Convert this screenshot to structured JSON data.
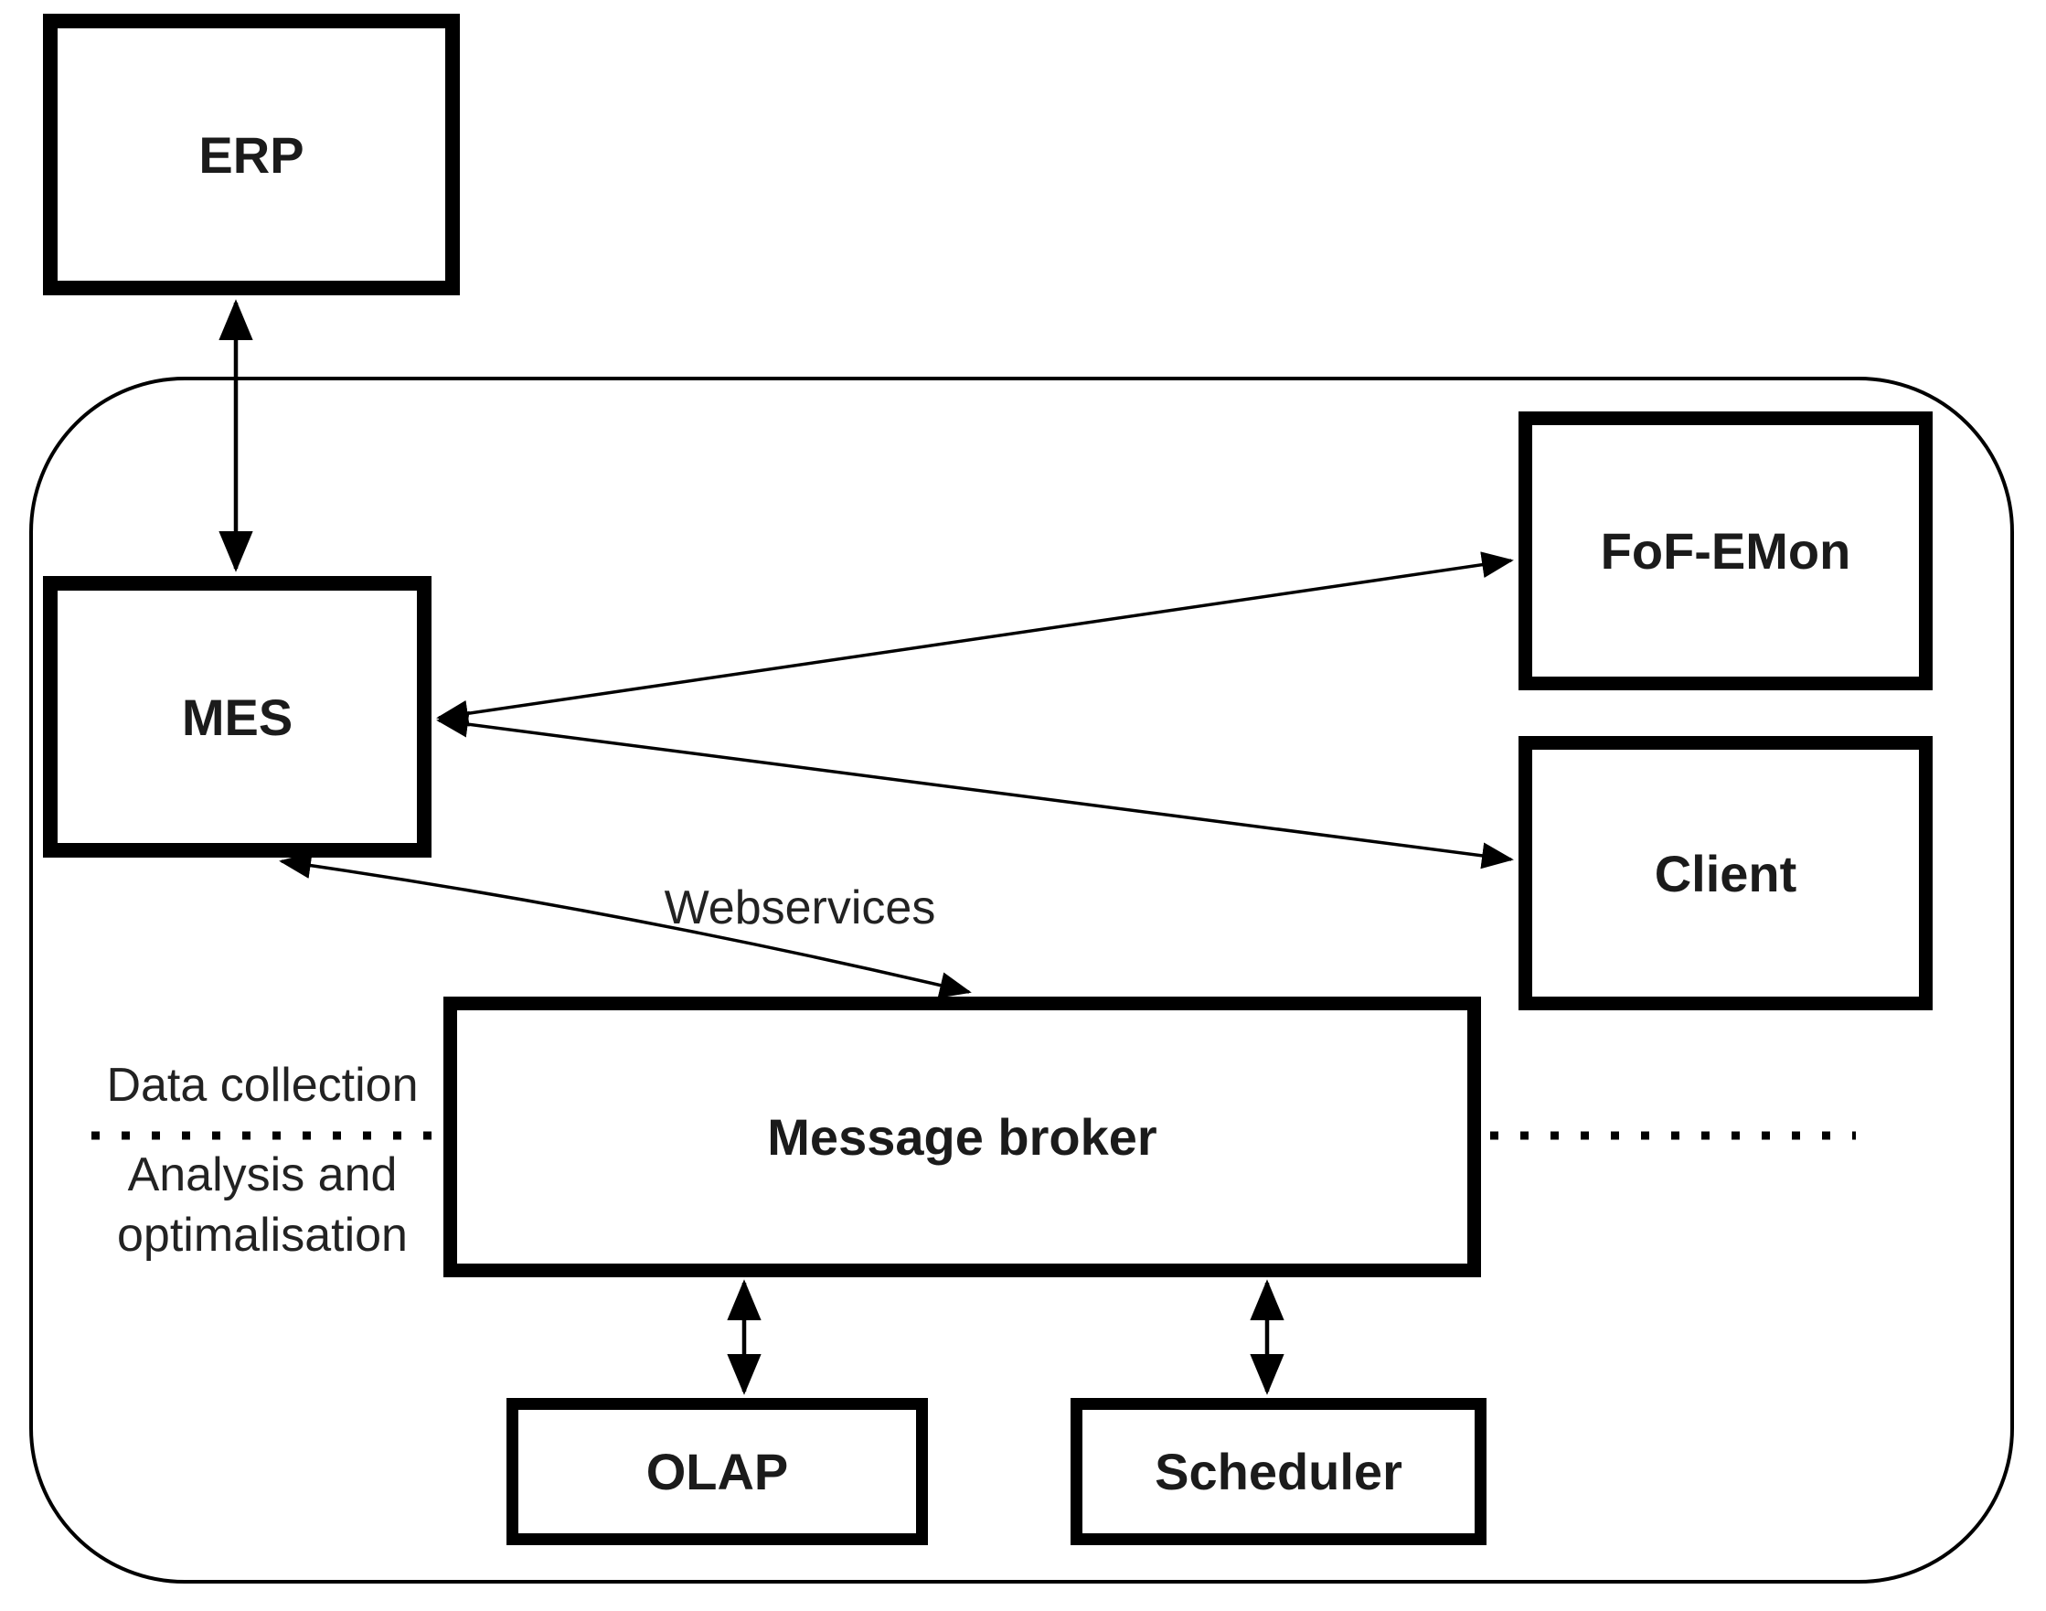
{
  "diagram": {
    "nodes": [
      {
        "id": "erp",
        "label": "ERP"
      },
      {
        "id": "mes",
        "label": "MES"
      },
      {
        "id": "fof-emon",
        "label": "FoF-EMon"
      },
      {
        "id": "client",
        "label": "Client"
      },
      {
        "id": "message-broker",
        "label": "Message broker"
      },
      {
        "id": "olap",
        "label": "OLAP"
      },
      {
        "id": "scheduler",
        "label": "Scheduler"
      }
    ],
    "edges": [
      {
        "from": "ERP",
        "to": "MES",
        "type": "bidirectional-arrow",
        "label": ""
      },
      {
        "from": "MES",
        "to": "FoF-EMon",
        "type": "bidirectional-arrow",
        "label": ""
      },
      {
        "from": "MES",
        "to": "Client",
        "type": "bidirectional-arrow",
        "label": ""
      },
      {
        "from": "MES",
        "to": "Message broker",
        "type": "bidirectional-arrow",
        "label": "Webservices"
      },
      {
        "from": "Message broker",
        "to": "OLAP",
        "type": "bidirectional-arrow",
        "label": ""
      },
      {
        "from": "Message broker",
        "to": "Scheduler",
        "type": "bidirectional-arrow",
        "label": ""
      }
    ],
    "zones": {
      "top_label": "Data collection",
      "bottom_label_line1": "Analysis and",
      "bottom_label_line2": "optimalisation",
      "divider_style": "dotted"
    },
    "colors": {
      "line": "#000000",
      "background": "#ffffff",
      "text": "#1b1b1b"
    }
  }
}
